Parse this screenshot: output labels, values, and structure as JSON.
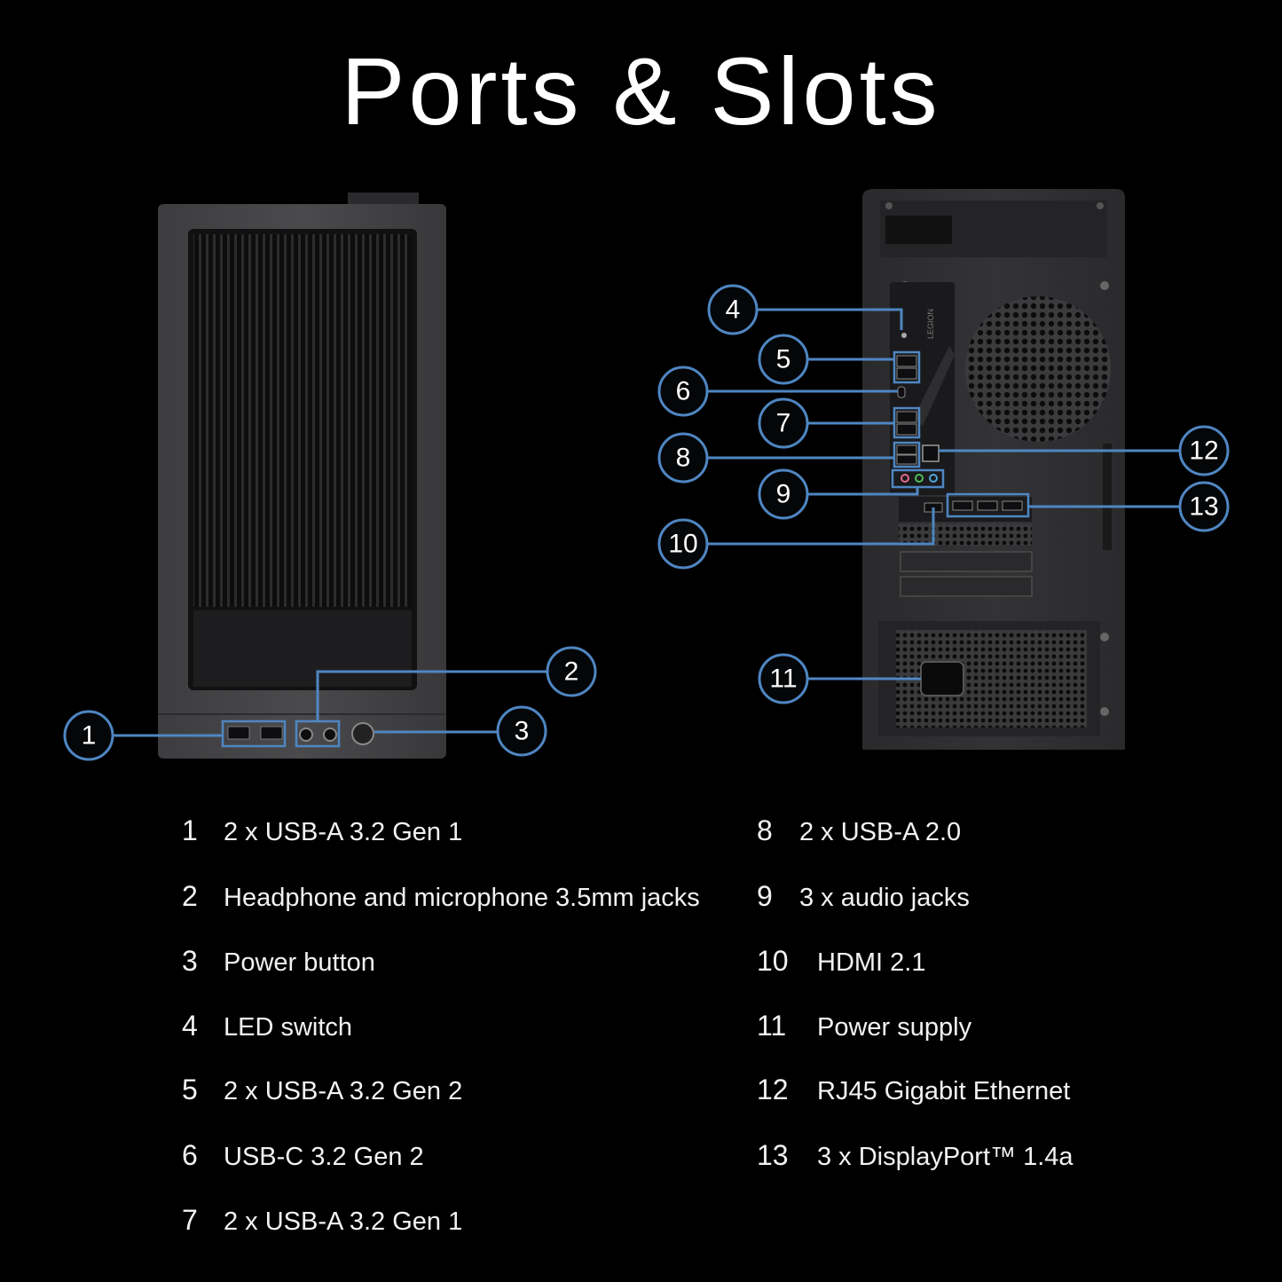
{
  "title": "Ports & Slots",
  "front_view": {
    "callouts": [
      "1",
      "2",
      "3"
    ]
  },
  "rear_view": {
    "callouts": [
      "4",
      "5",
      "6",
      "7",
      "8",
      "9",
      "10",
      "11",
      "12",
      "13"
    ],
    "badge_text": "LEGION"
  },
  "legend": {
    "left": [
      {
        "num": "1",
        "label": "2 x USB-A 3.2 Gen 1"
      },
      {
        "num": "2",
        "label": "Headphone and microphone 3.5mm jacks"
      },
      {
        "num": "3",
        "label": "Power button"
      },
      {
        "num": "4",
        "label": "LED switch"
      },
      {
        "num": "5",
        "label": "2 x USB-A 3.2 Gen 2"
      },
      {
        "num": "6",
        "label": "USB-C 3.2 Gen 2"
      },
      {
        "num": "7",
        "label": "2 x USB-A 3.2 Gen 1"
      }
    ],
    "right": [
      {
        "num": "8",
        "label": "2 x USB-A 2.0"
      },
      {
        "num": "9",
        "label": "3 x audio jacks"
      },
      {
        "num": "10",
        "label": "HDMI 2.1"
      },
      {
        "num": "11",
        "label": "Power supply"
      },
      {
        "num": "12",
        "label": "RJ45 Gigabit Ethernet"
      },
      {
        "num": "13",
        "label": "3 x DisplayPort™ 1.4a"
      }
    ]
  },
  "colors": {
    "background": "#000000",
    "callout_blue": "#4f86c2",
    "text": "#f2f2f2",
    "case_grey": "#3a3a3c"
  }
}
